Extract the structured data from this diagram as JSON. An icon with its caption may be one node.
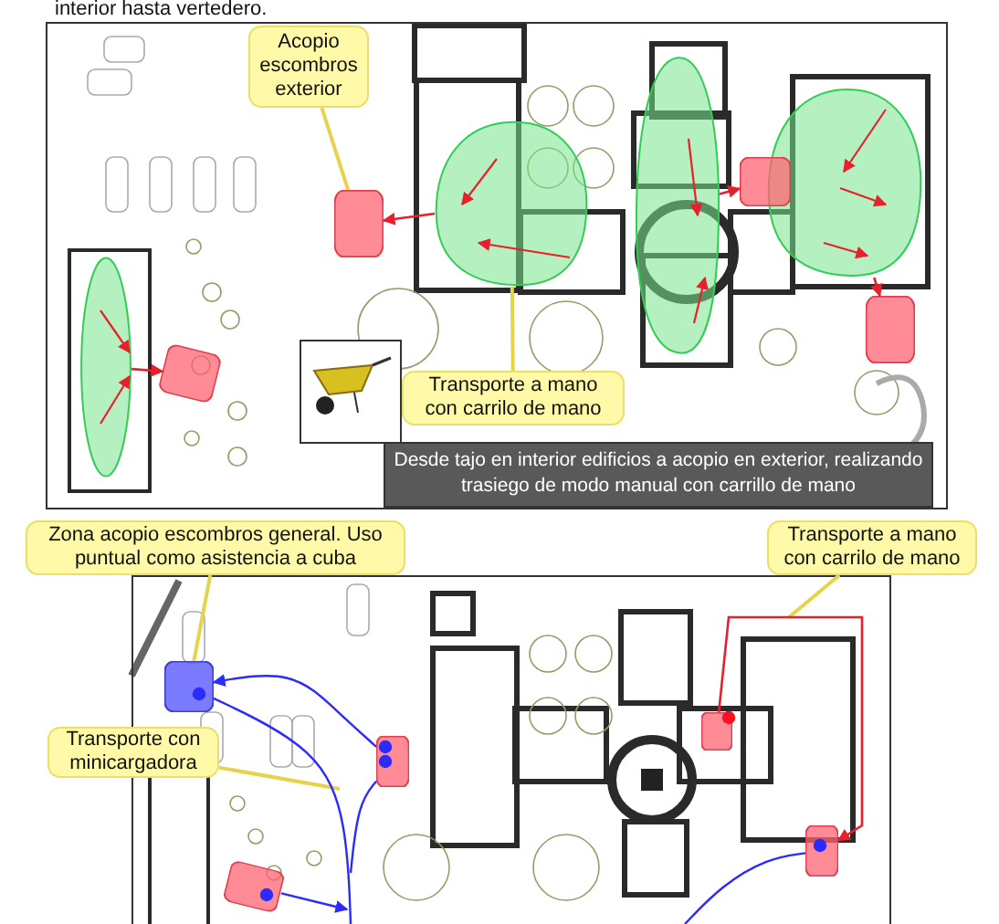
{
  "diagram": {
    "nodes": [
      {
        "text": [
          "Acopio escombros exterior"
        ]
      },
      {
        "text": [],
        "shape": "blob"
      },
      {
        "text": [],
        "shape": "blob"
      },
      {
        "text": [],
        "shape": "blob"
      },
      {
        "text": [],
        "shape": "box"
      },
      {
        "text": [],
        "shape": "box"
      },
      {
        "text": [],
        "shape": "ellipse"
      },
      {
        "text": [],
        "shape": "box"
      },
      {
        "text": [],
        "shape": "box"
      },
      {
        "text": [
          "Transporte a mano con carrilo de mano"
        ]
      },
      {
        "text": [
          "Desde tajo en interior edificios a acopio en exterior, realizando trasiego de modo manual con carrillo de mano"
        ]
      },
      {
        "text": [
          "Zona acopio escombros general. Uso puntual como asistencia a cuba"
        ]
      },
      {
        "text": [
          "Transporte a mano con carrilo de mano"
        ]
      },
      {
        "text": [],
        "shape": "box"
      },
      {
        "text": [
          "Transporte con minicargadora"
        ]
      },
      {
        "text": [],
        "shape": "box"
      },
      {
        "text": [],
        "shape": "box"
      },
      {
        "text": [],
        "shape": "box"
      },
      {
        "text": [],
        "shape": "box"
      }
    ],
    "edges": [
      {
        "from": 0,
        "to": 5,
        "arrow": "none",
        "color": "#e6d34a"
      },
      {
        "from": 9,
        "to": 1,
        "arrow": "none",
        "color": "#e6d34a"
      },
      {
        "from": 11,
        "to": 13,
        "arrow": "none",
        "color": "#e6d34a"
      },
      {
        "from": 14,
        "to": null,
        "arrow": "none",
        "color": "#e6d34a"
      },
      {
        "from": 12,
        "to": null,
        "arrow": "none",
        "color": "#e6d34a"
      },
      {
        "from": 1,
        "to": 5,
        "arrow": "to",
        "color": "#e8202e"
      },
      {
        "from": 2,
        "to": 4,
        "arrow": "to",
        "color": "#e8202e"
      },
      {
        "from": 3,
        "to": 7,
        "arrow": "to",
        "color": "#e8202e"
      },
      {
        "from": 6,
        "to": 8,
        "arrow": "to",
        "color": "#e8202e"
      },
      {
        "from": 16,
        "to": 13,
        "arrow": "to",
        "color": "#2b2bff"
      },
      {
        "from": 13,
        "to": null,
        "arrow": "none",
        "color": "#2b2bff"
      },
      {
        "from": 16,
        "to": null,
        "arrow": "none",
        "color": "#2b2bff"
      },
      {
        "from": 18,
        "to": null,
        "arrow": "to",
        "color": "#2b2bff"
      },
      {
        "from": 17,
        "to": null,
        "arrow": "none",
        "color": "#2b2bff"
      },
      {
        "from": 15,
        "to": 17,
        "arrow": "to",
        "color": "#e8202e"
      }
    ],
    "labels": [
      "interior hasta vertedero."
    ]
  }
}
